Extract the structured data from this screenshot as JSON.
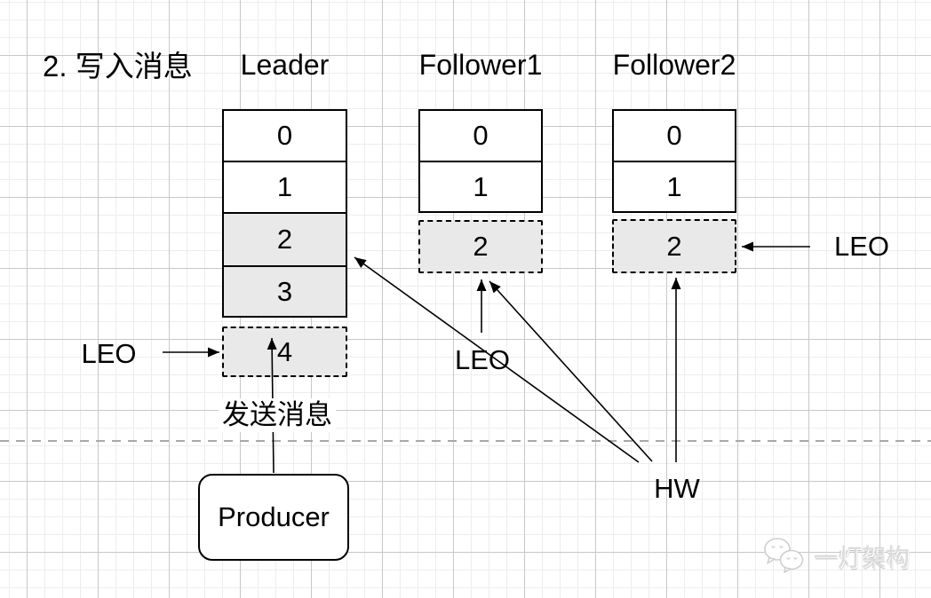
{
  "diagram": {
    "title": "2. 写入消息",
    "columns": [
      {
        "name": "Leader",
        "committed_cells": [
          "0",
          "1"
        ],
        "highlighted_cells": [
          "2",
          "3"
        ],
        "pending_cell": "4"
      },
      {
        "name": "Follower1",
        "committed_cells": [
          "0",
          "1"
        ],
        "highlighted_cells": [],
        "pending_cell": "2"
      },
      {
        "name": "Follower2",
        "committed_cells": [
          "0",
          "1"
        ],
        "highlighted_cells": [],
        "pending_cell": "2"
      }
    ],
    "labels": {
      "leo_leader": "LEO",
      "leo_follower1": "LEO",
      "leo_follower2": "LEO",
      "hw": "HW",
      "send_message": "发送消息"
    },
    "producer": {
      "label": "Producer"
    },
    "watermark": {
      "text": "一灯架构",
      "icon": "wechat-chat-bubbles-icon"
    },
    "colors": {
      "stroke": "#000000",
      "cell_highlight_fill": "#e9e9e9",
      "separator_line": "#a8a8a8",
      "grid_major": "#c8c8c8",
      "grid_minor": "#ededed",
      "watermark_gray": "#dcdcdc"
    }
  }
}
